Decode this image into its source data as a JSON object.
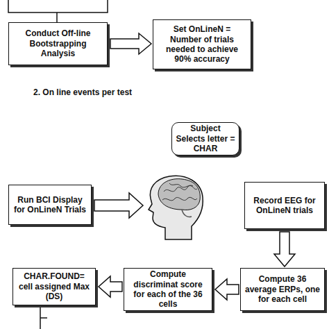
{
  "diagram": {
    "nodes": [
      {
        "text": [
          "Conduct Off-line Bootstrapping Analysis"
        ]
      },
      {
        "text": [
          "Set OnLineN = Number of trials needed to achieve 90% accuracy"
        ]
      },
      {
        "text": [
          "Subject Selects letter = CHAR"
        ]
      },
      {
        "text": [
          "Run BCI Display for OnLineN Trials"
        ]
      },
      {
        "text": [
          "Record EEG for OnLineN trials"
        ]
      },
      {
        "text": [
          "CHAR.FOUND= cell assigned Max (DS)"
        ]
      },
      {
        "text": [
          "Compute discriminat score for each of the 36 cells"
        ]
      },
      {
        "text": [
          "Compute 36 average ERPs, one for each cell"
        ]
      }
    ],
    "edges": [
      {
        "from": 0,
        "to": 1,
        "arrow": "to"
      },
      {
        "from": 4,
        "to": 7,
        "arrow": "to"
      },
      {
        "from": 7,
        "to": 6,
        "arrow": "to"
      },
      {
        "from": 6,
        "to": 5,
        "arrow": "to"
      }
    ],
    "labels": [
      "2. On line events per test"
    ]
  }
}
